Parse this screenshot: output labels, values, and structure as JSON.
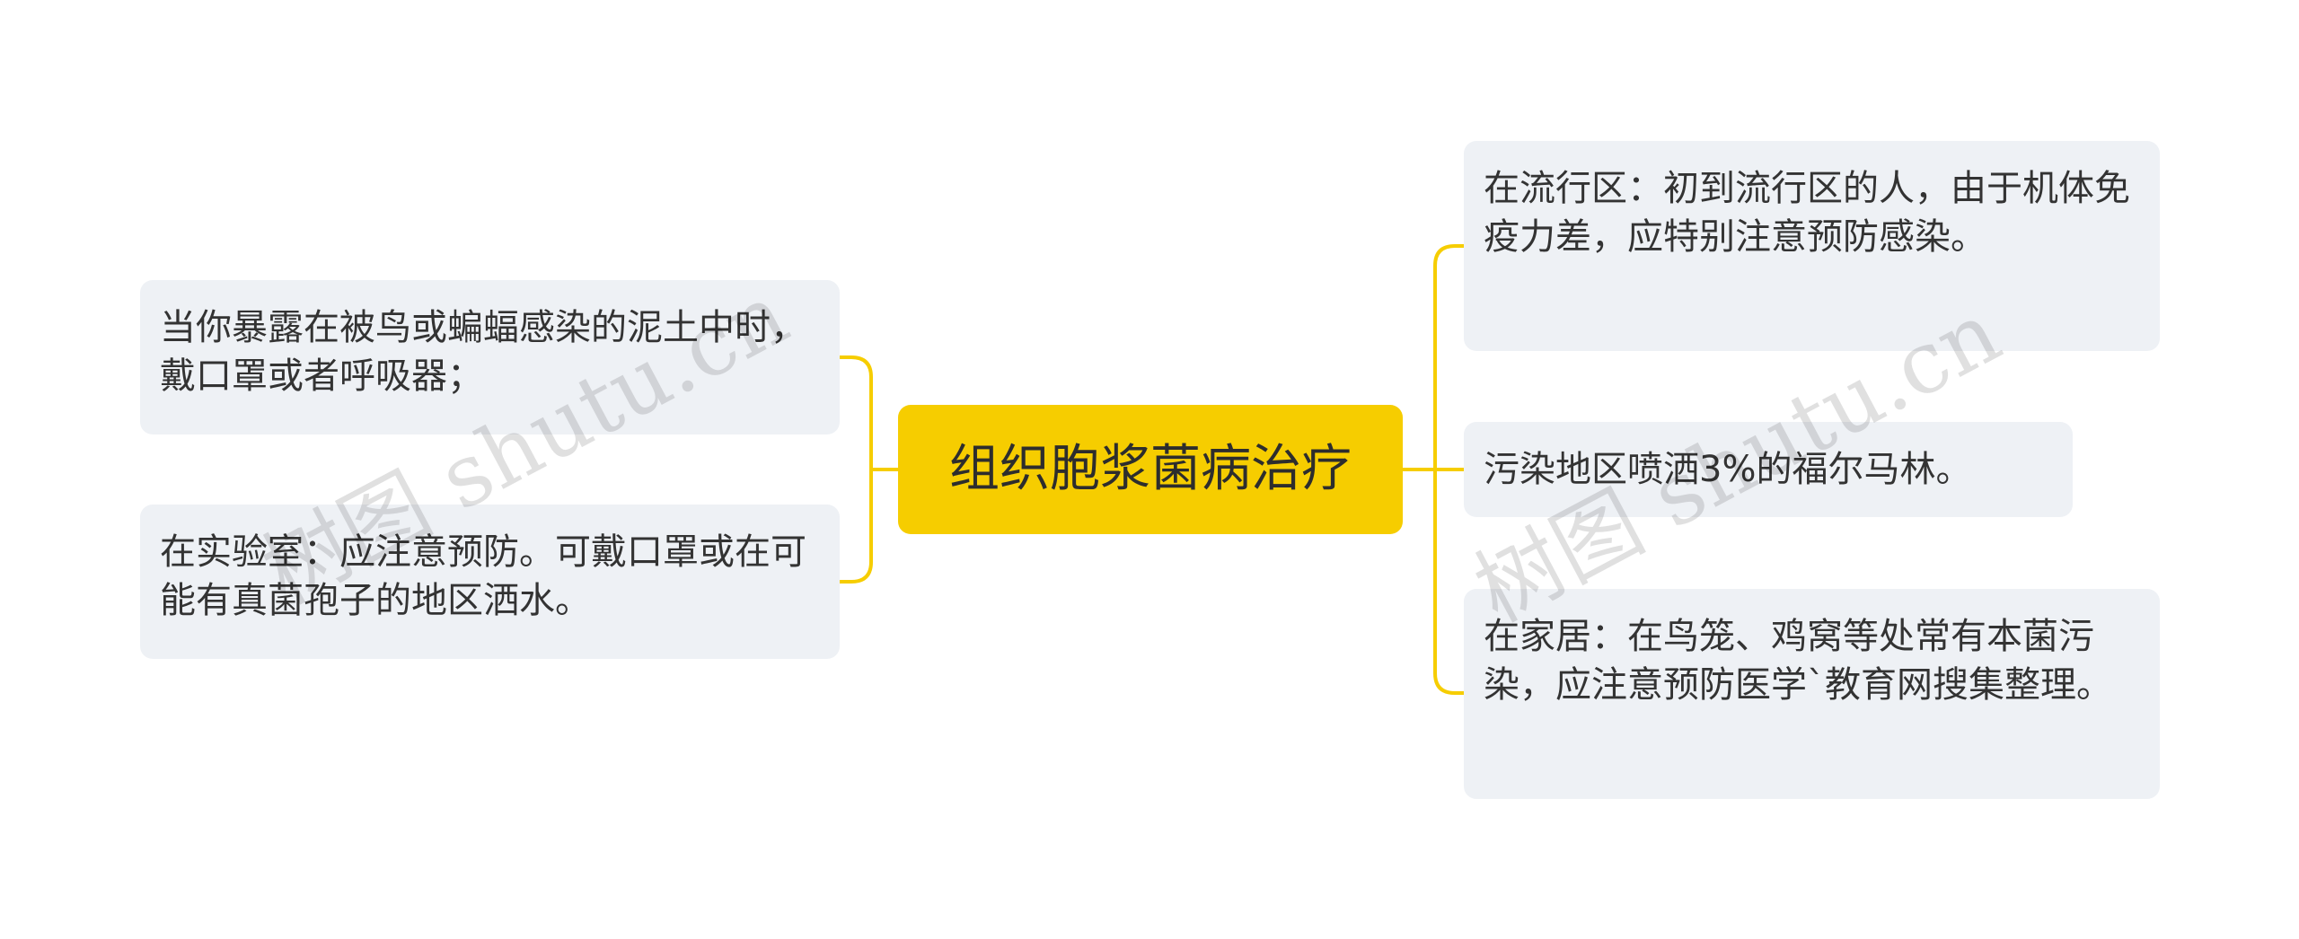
{
  "center": {
    "title": "组织胞浆菌病治疗"
  },
  "left_nodes": [
    {
      "text": "当你暴露在被鸟或蝙蝠感染的泥土中时，戴口罩或者呼吸器；"
    },
    {
      "text": "在实验室：应注意预防。可戴口罩或在可能有真菌孢子的地区洒水。"
    }
  ],
  "right_nodes": [
    {
      "text": "在流行区：初到流行区的人，由于机体免疫力差，应特别注意预防感染。"
    },
    {
      "text": "污染地区喷洒3%的福尔马林。"
    },
    {
      "text": "在家居：在鸟笼、鸡窝等处常有本菌污染，应注意预防医学`教育网搜集整理。"
    }
  ],
  "watermark": {
    "text": "树图 shutu.cn"
  },
  "colors": {
    "center_fill": "#f6cd00",
    "node_fill": "#eef1f5",
    "connector": "#f6cd00"
  }
}
